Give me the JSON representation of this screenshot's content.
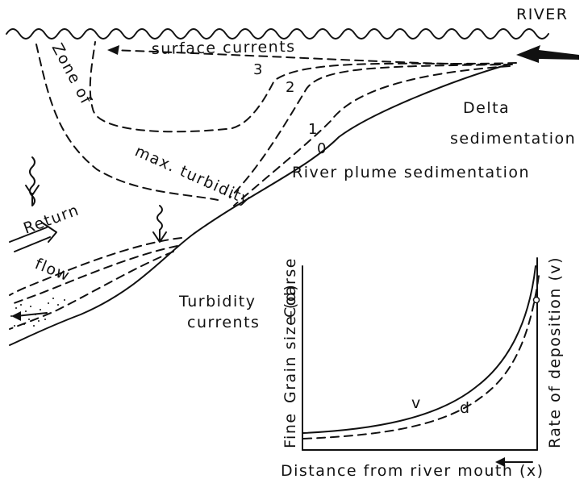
{
  "labels": {
    "river": "RIVER",
    "surface_currents": "surface currents",
    "zone_max_turbidity_1": "Zone of",
    "zone_max_turbidity_2": "max. turbidity",
    "delta_sedimentation_1": "Delta",
    "delta_sedimentation_2": "sedimentation",
    "river_plume_sedimentation": "River plume sedimentation",
    "return_flow_1": "Return",
    "return_flow_2": "flow",
    "turbidity_currents_1": "Turbidity",
    "turbidity_currents_2": "currents"
  },
  "profile_numbers": [
    "3",
    "2",
    "1",
    "0"
  ],
  "inset": {
    "y_left_fine": "Fine",
    "y_left_title": "Grain size (d)",
    "y_left_arrow": "—",
    "y_left_coarse": "Coarse",
    "y_right_title": "Rate of deposition (v)",
    "x_title": "Distance from river mouth (x)",
    "curve_v": "v",
    "curve_d": "d"
  }
}
